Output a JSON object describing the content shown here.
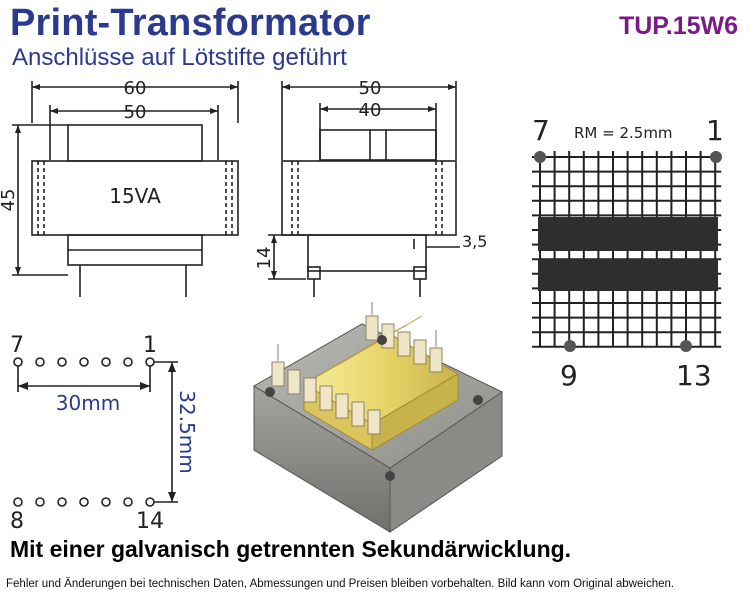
{
  "header": {
    "title": "Print-Transformator",
    "subtitle": "Anschlüsse auf Lötstifte geführt",
    "model": "TUP.15W6"
  },
  "front_view": {
    "width_outer": "60",
    "width_inner": "50",
    "height": "45",
    "rating": "15VA"
  },
  "side_view": {
    "width_outer": "50",
    "width_inner": "40",
    "pin_height": "14",
    "pin_offset": "3,5"
  },
  "grid_view": {
    "pin_top_left": "7",
    "pin_top_right": "1",
    "pin_bottom_left": "9",
    "pin_bottom_right": "13",
    "pitch_label": "RM = 2.5mm"
  },
  "pinout_view": {
    "pin_top_left": "7",
    "pin_top_right": "1",
    "pin_bottom_left": "8",
    "pin_bottom_right": "14",
    "row_spacing": "30mm",
    "column_spacing": "32.5mm"
  },
  "photo": {
    "icon": "transformer-photo"
  },
  "colors": {
    "title": "#2b3a8f",
    "model": "#7a1a86",
    "winding": "#e8d66a"
  },
  "footer": {
    "tagline": "Mit einer galvanisch getrennten Sekundärwicklung.",
    "disclaimer": "Fehler und Änderungen bei technischen Daten, Abmessungen und Preisen bleiben vorbehalten. Bild kann vom Original abweichen."
  }
}
